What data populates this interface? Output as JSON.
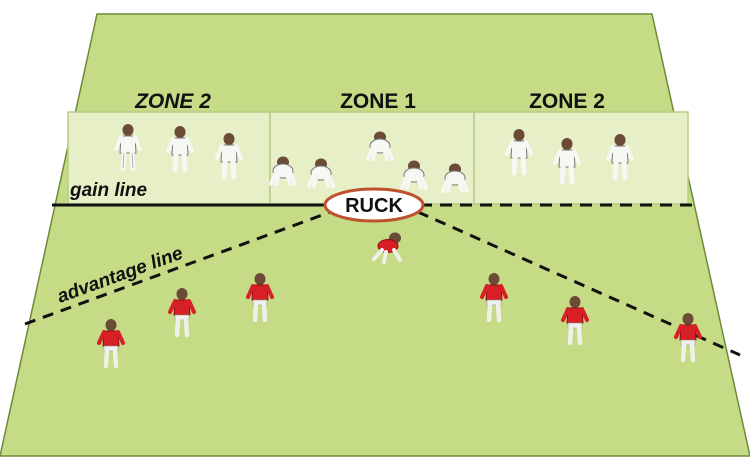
{
  "diagram": {
    "zones": [
      {
        "label": "ZONE 2"
      },
      {
        "label": "ZONE 1"
      },
      {
        "label": "ZONE 2"
      }
    ],
    "gain_line_label": "gain line",
    "advantage_line_label": "advantage line",
    "ruck_label": "RUCK"
  },
  "colors": {
    "pitch": "#c5db85",
    "pitch_border": "#6e8a3a",
    "zone_fill": "#e6efc6",
    "zone_border": "#b9cc86",
    "defender_kit": "#f7f7f3",
    "attacker_shirt": "#d91f26",
    "ruck_border": "#c0512e"
  }
}
